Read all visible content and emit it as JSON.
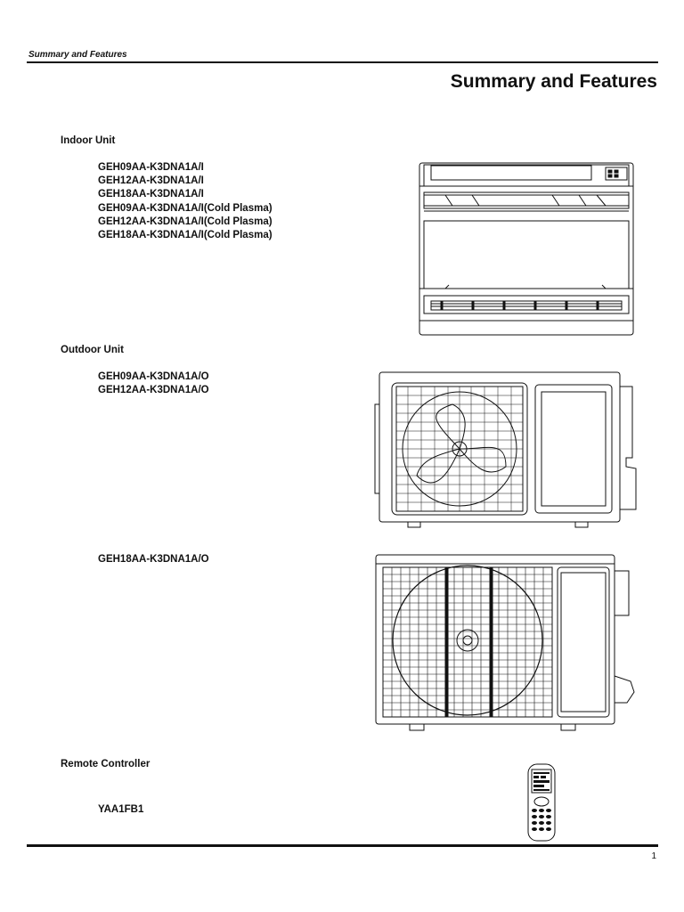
{
  "header": {
    "running_title": "Summary and Features",
    "page_title": "Summary and Features"
  },
  "sections": {
    "indoor": {
      "heading": "Indoor Unit",
      "models": [
        "GEH09AA-K3DNA1A/I",
        "GEH12AA-K3DNA1A/I",
        "GEH18AA-K3DNA1A/I",
        "GEH09AA-K3DNA1A/I(Cold Plasma)",
        "GEH12AA-K3DNA1A/I(Cold Plasma)",
        "GEH18AA-K3DNA1A/I(Cold Plasma)"
      ],
      "figure_icon": "indoor-unit-drawing"
    },
    "outdoor": {
      "heading": "Outdoor Unit",
      "models_small": [
        "GEH09AA-K3DNA1A/O",
        "GEH12AA-K3DNA1A/O"
      ],
      "models_large": [
        "GEH18AA-K3DNA1A/O"
      ],
      "figure_icons": [
        "outdoor-unit-small-drawing",
        "outdoor-unit-large-drawing"
      ]
    },
    "remote": {
      "heading": "Remote Controller",
      "models": [
        "YAA1FB1"
      ],
      "figure_icon": "remote-controller-drawing"
    }
  },
  "footer": {
    "page_number": "1"
  }
}
